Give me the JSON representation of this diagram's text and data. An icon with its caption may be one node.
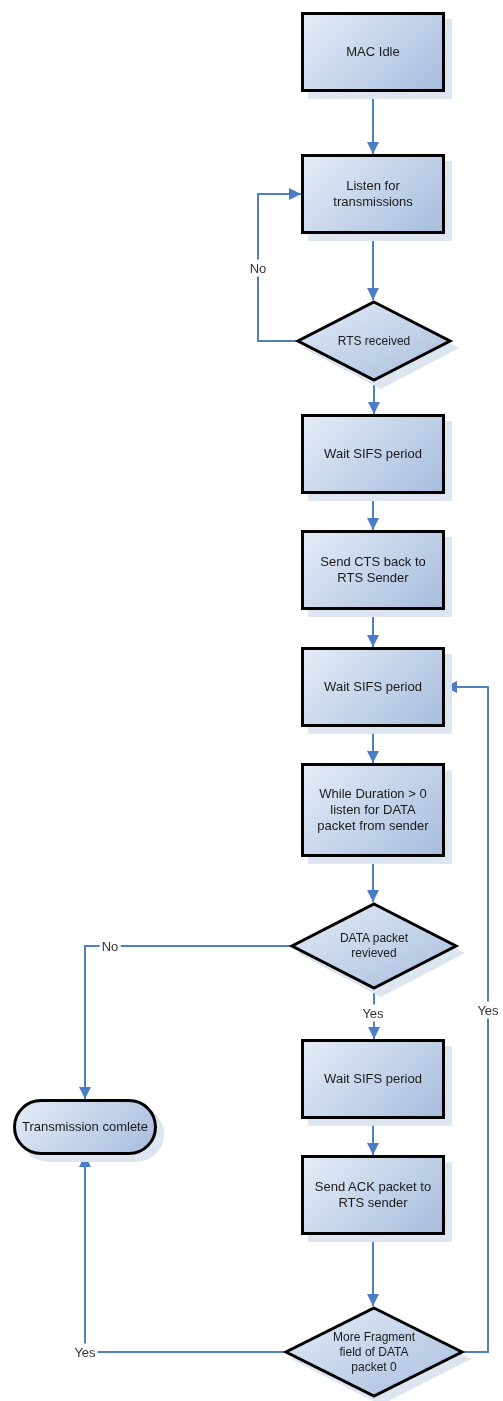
{
  "diagram": {
    "nodes": [
      {
        "text": [
          "MAC Idle"
        ]
      },
      {
        "text": [
          "Listen for transmissions"
        ]
      },
      {
        "text": [
          "RTS received"
        ]
      },
      {
        "text": [
          "Wait SIFS period"
        ]
      },
      {
        "text": [
          "Send CTS back to RTS Sender"
        ]
      },
      {
        "text": [
          "Wait SIFS period"
        ]
      },
      {
        "text": [
          "While Duration > 0 listen for DATA packet from sender"
        ]
      },
      {
        "text": [
          "DATA packet revieved"
        ]
      },
      {
        "text": [
          "Wait SIFS period"
        ]
      },
      {
        "text": [
          "Send ACK packet to RTS sender"
        ]
      },
      {
        "text": [
          "More Fragment field of DATA packet 0"
        ]
      },
      {
        "text": [
          "Transmission comlete"
        ]
      }
    ],
    "edges": [
      {
        "from": 0,
        "to": 1,
        "arrow": "to"
      },
      {
        "from": 1,
        "to": 2,
        "arrow": "to"
      },
      {
        "from": 2,
        "to": 1,
        "arrow": "to",
        "label": "No"
      },
      {
        "from": 2,
        "to": 3,
        "arrow": "to"
      },
      {
        "from": 3,
        "to": 4,
        "arrow": "to"
      },
      {
        "from": 4,
        "to": 5,
        "arrow": "to"
      },
      {
        "from": 5,
        "to": 6,
        "arrow": "to"
      },
      {
        "from": 6,
        "to": 7,
        "arrow": "to"
      },
      {
        "from": 7,
        "to": 11,
        "arrow": "to",
        "label": "No"
      },
      {
        "from": 7,
        "to": 8,
        "arrow": "to",
        "label": "Yes"
      },
      {
        "from": 8,
        "to": 9,
        "arrow": "to"
      },
      {
        "from": 9,
        "to": 10,
        "arrow": "to"
      },
      {
        "from": 10,
        "to": 11,
        "arrow": "to",
        "label": "Yes"
      },
      {
        "from": 10,
        "to": 5,
        "arrow": "to",
        "label": "Yes"
      }
    ]
  }
}
